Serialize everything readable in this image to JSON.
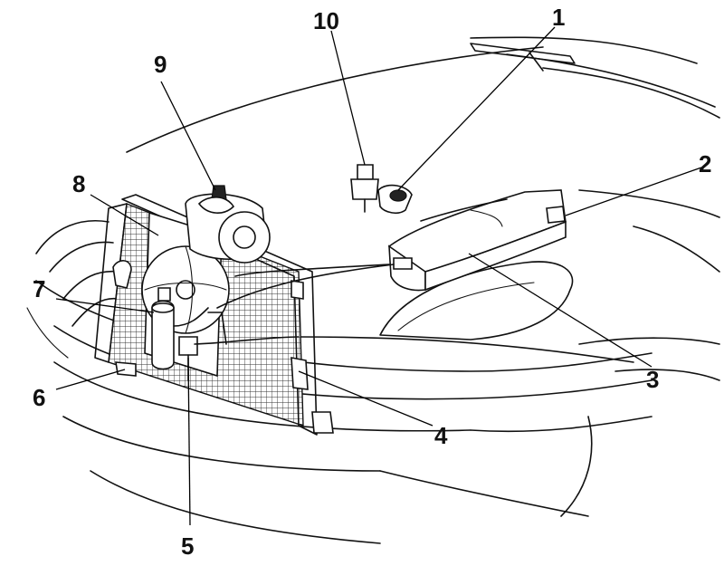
{
  "callouts": [
    {
      "id": "c1",
      "label": "1"
    },
    {
      "id": "c2",
      "label": "2"
    },
    {
      "id": "c3",
      "label": "3"
    },
    {
      "id": "c4",
      "label": "4"
    },
    {
      "id": "c5",
      "label": "5"
    },
    {
      "id": "c6",
      "label": "6"
    },
    {
      "id": "c7",
      "label": "7"
    },
    {
      "id": "c8",
      "label": "8"
    },
    {
      "id": "c9",
      "label": "9"
    },
    {
      "id": "c10",
      "label": "10"
    }
  ],
  "colors": {
    "ink": "#111111",
    "paper": "#ffffff"
  }
}
